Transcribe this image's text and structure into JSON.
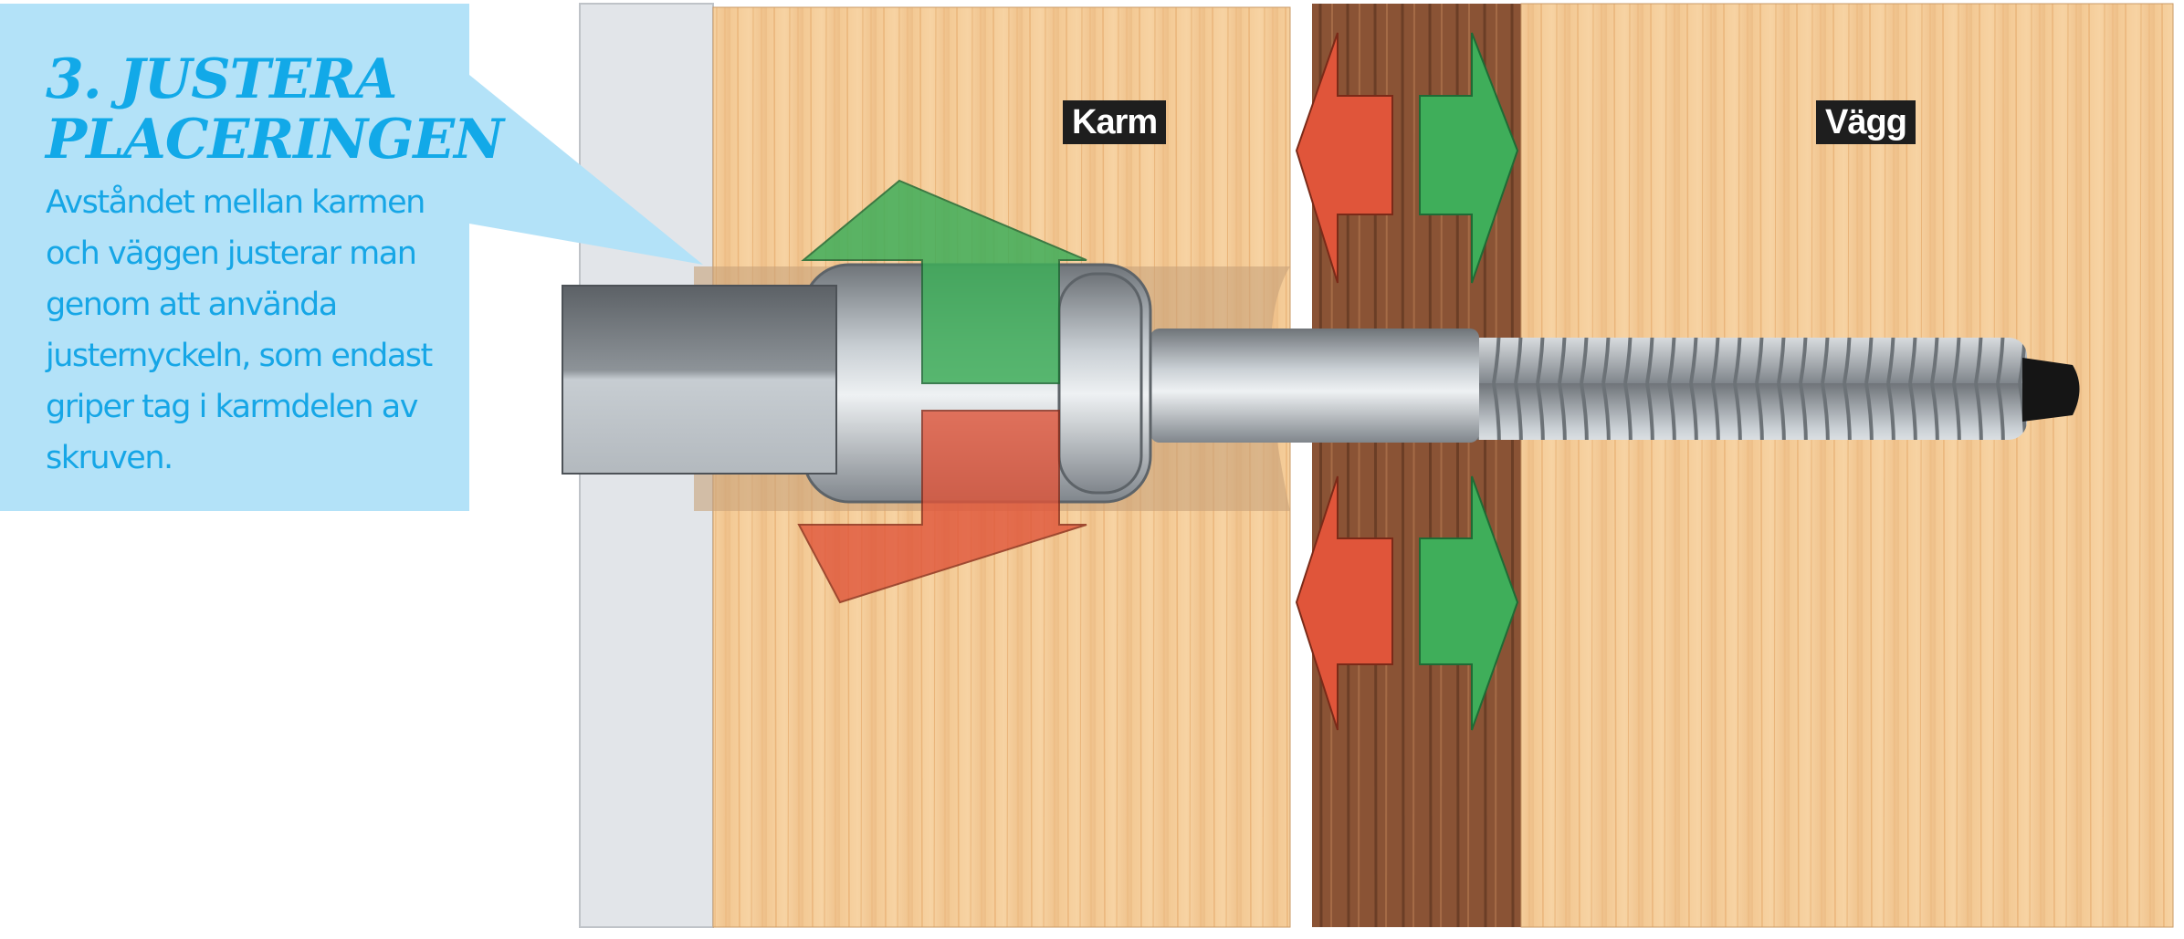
{
  "callout": {
    "title_line1": "3. JUSTERA",
    "title_line2": "PLACERINGEN",
    "body": "Avståndet mellan karmen och väggen justerar man genom att använda justernyckeln, som endast griper tag i karmdelen av skruven."
  },
  "labels": {
    "frame": "Karm",
    "wall": "Vägg"
  },
  "colors": {
    "callout_bg": "#b3e2f8",
    "accent_blue": "#12a9e8",
    "arrow_red": "#e0553a",
    "arrow_green": "#3fae5a"
  }
}
